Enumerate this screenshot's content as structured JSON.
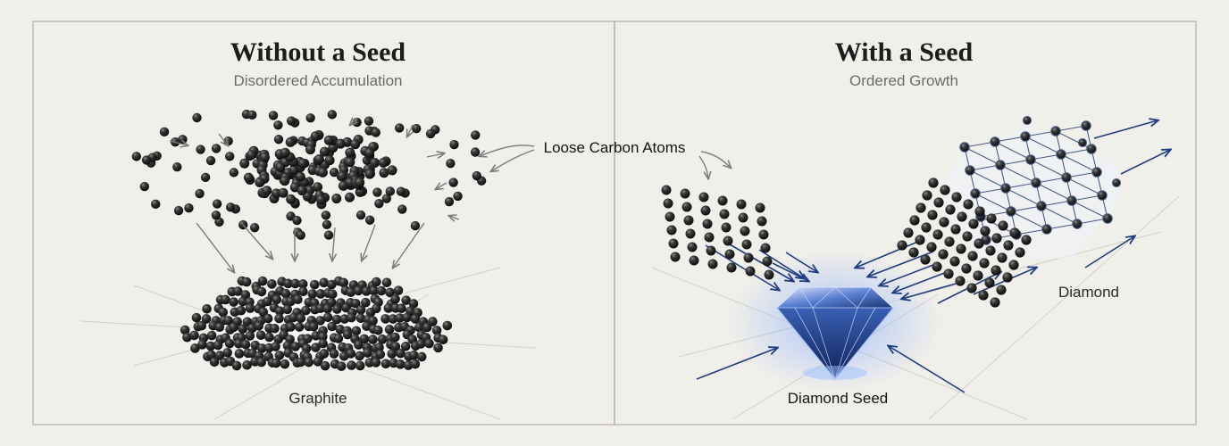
{
  "left_panel": {
    "title": "Without a Seed",
    "subtitle": "Disordered Accumulation",
    "result_label": "Graphite"
  },
  "right_panel": {
    "title": "With a Seed",
    "subtitle": "Ordered Growth",
    "seed_label": "Diamond Seed",
    "result_label": "Diamond"
  },
  "shared_callout": "Loose Carbon Atoms",
  "colors": {
    "background": "#f1efe9",
    "frame": "#b9b6ae",
    "atom": "#1e1e1e",
    "arrow_gray": "#7c7c7c",
    "arrow_blue": "#1f3c82",
    "diamond_blue": "#2c4f9e"
  }
}
